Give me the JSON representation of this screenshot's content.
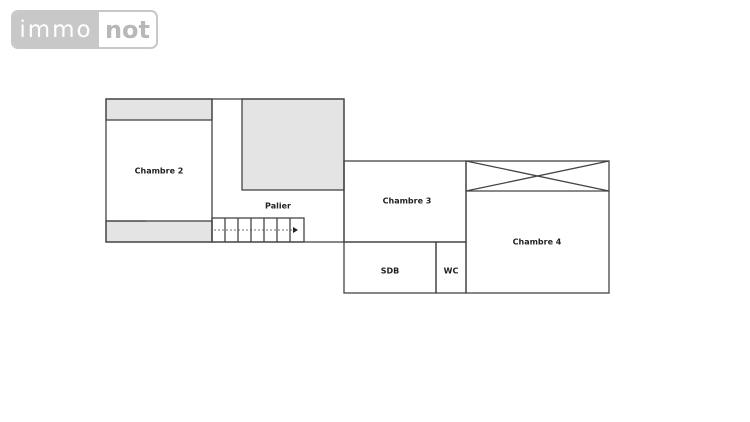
{
  "logo": {
    "part1": "immo",
    "part2": "not",
    "color": "#c8c8c8"
  },
  "plan": {
    "wall_color": "#444444",
    "fill_grey": "#e4e4e4",
    "rooms": [
      {
        "id": "chambre2",
        "label": "Chambre 2"
      },
      {
        "id": "palier",
        "label": "Palier"
      },
      {
        "id": "chambre3",
        "label": "Chambre 3"
      },
      {
        "id": "chambre4",
        "label": "Chambre 4"
      },
      {
        "id": "sdb",
        "label": "SDB"
      },
      {
        "id": "wc",
        "label": "WC"
      }
    ]
  }
}
